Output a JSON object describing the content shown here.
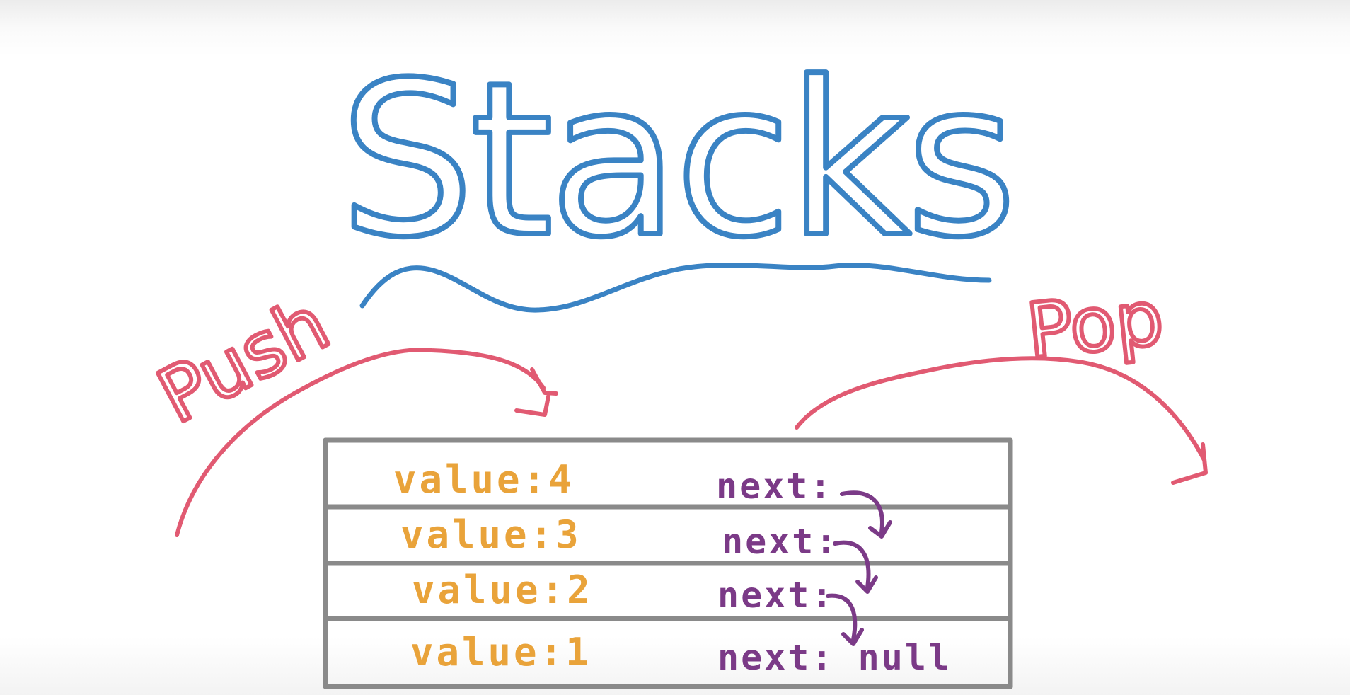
{
  "title": "Stacks",
  "operations": {
    "push_label": "Push",
    "pop_label": "Pop"
  },
  "stack": {
    "nodes": [
      {
        "value_text": "value:4",
        "next_text": "next:"
      },
      {
        "value_text": "value:3",
        "next_text": "next:"
      },
      {
        "value_text": "value:2",
        "next_text": "next:"
      },
      {
        "value_text": "value:1",
        "next_text": "next: null"
      }
    ]
  },
  "colors": {
    "title": "#3a83c4",
    "push_pop": "#e15a72",
    "value": "#e9a33a",
    "next": "#7b3a87",
    "box": "#8a8a8a"
  }
}
